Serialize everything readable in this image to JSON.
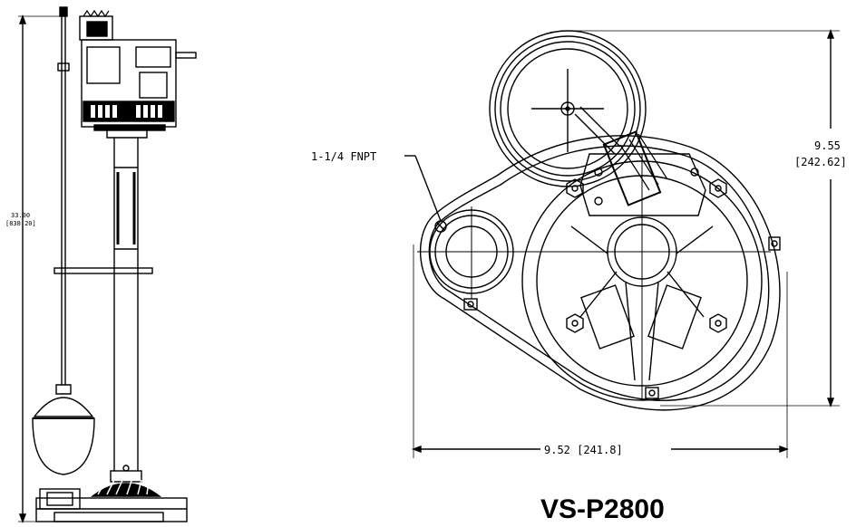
{
  "diagram": {
    "model_label": "VS-P2800",
    "left_view": {
      "height_dim": "33.00",
      "height_dim_metric": "[838.20]"
    },
    "right_view": {
      "port_callout": "1-1/4 FNPT",
      "height_dim": "9.55",
      "height_dim_metric": "[242.62]",
      "width_dim": "9.52 [241.8]"
    }
  },
  "colors": {
    "line": "#000000",
    "background": "#ffffff"
  }
}
